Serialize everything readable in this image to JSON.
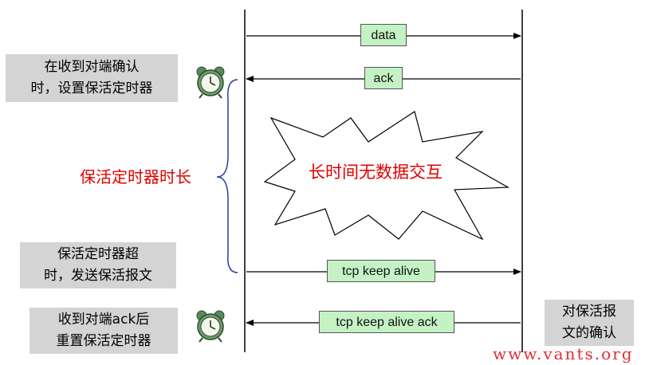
{
  "notes": {
    "ack_received": [
      "在收到对端确认",
      "时，设置保活定时器"
    ],
    "timer_expired": [
      "保活定时器超",
      "时，发送保活报文"
    ],
    "ack_reset": [
      "收到对端ack后",
      "重置保活定时器"
    ],
    "peer_confirm": [
      "对保活报",
      "文的确认"
    ]
  },
  "messages": {
    "data": "data",
    "ack": "ack",
    "keepalive": "tcp keep alive",
    "keepalive_ack": "tcp keep alive ack"
  },
  "brace_label": "保活定时器时长",
  "burst_text": "长时间无数据交互",
  "watermark": "www.vants.org",
  "colors": {
    "note_bg": "#d4d4d4",
    "message_bg": "#c5f2c5",
    "emphasis_red": "#e00000",
    "brace_blue": "#2a3f9f"
  },
  "icons": {
    "alarm_top": "alarm-clock-icon",
    "alarm_bottom": "alarm-clock-icon"
  }
}
